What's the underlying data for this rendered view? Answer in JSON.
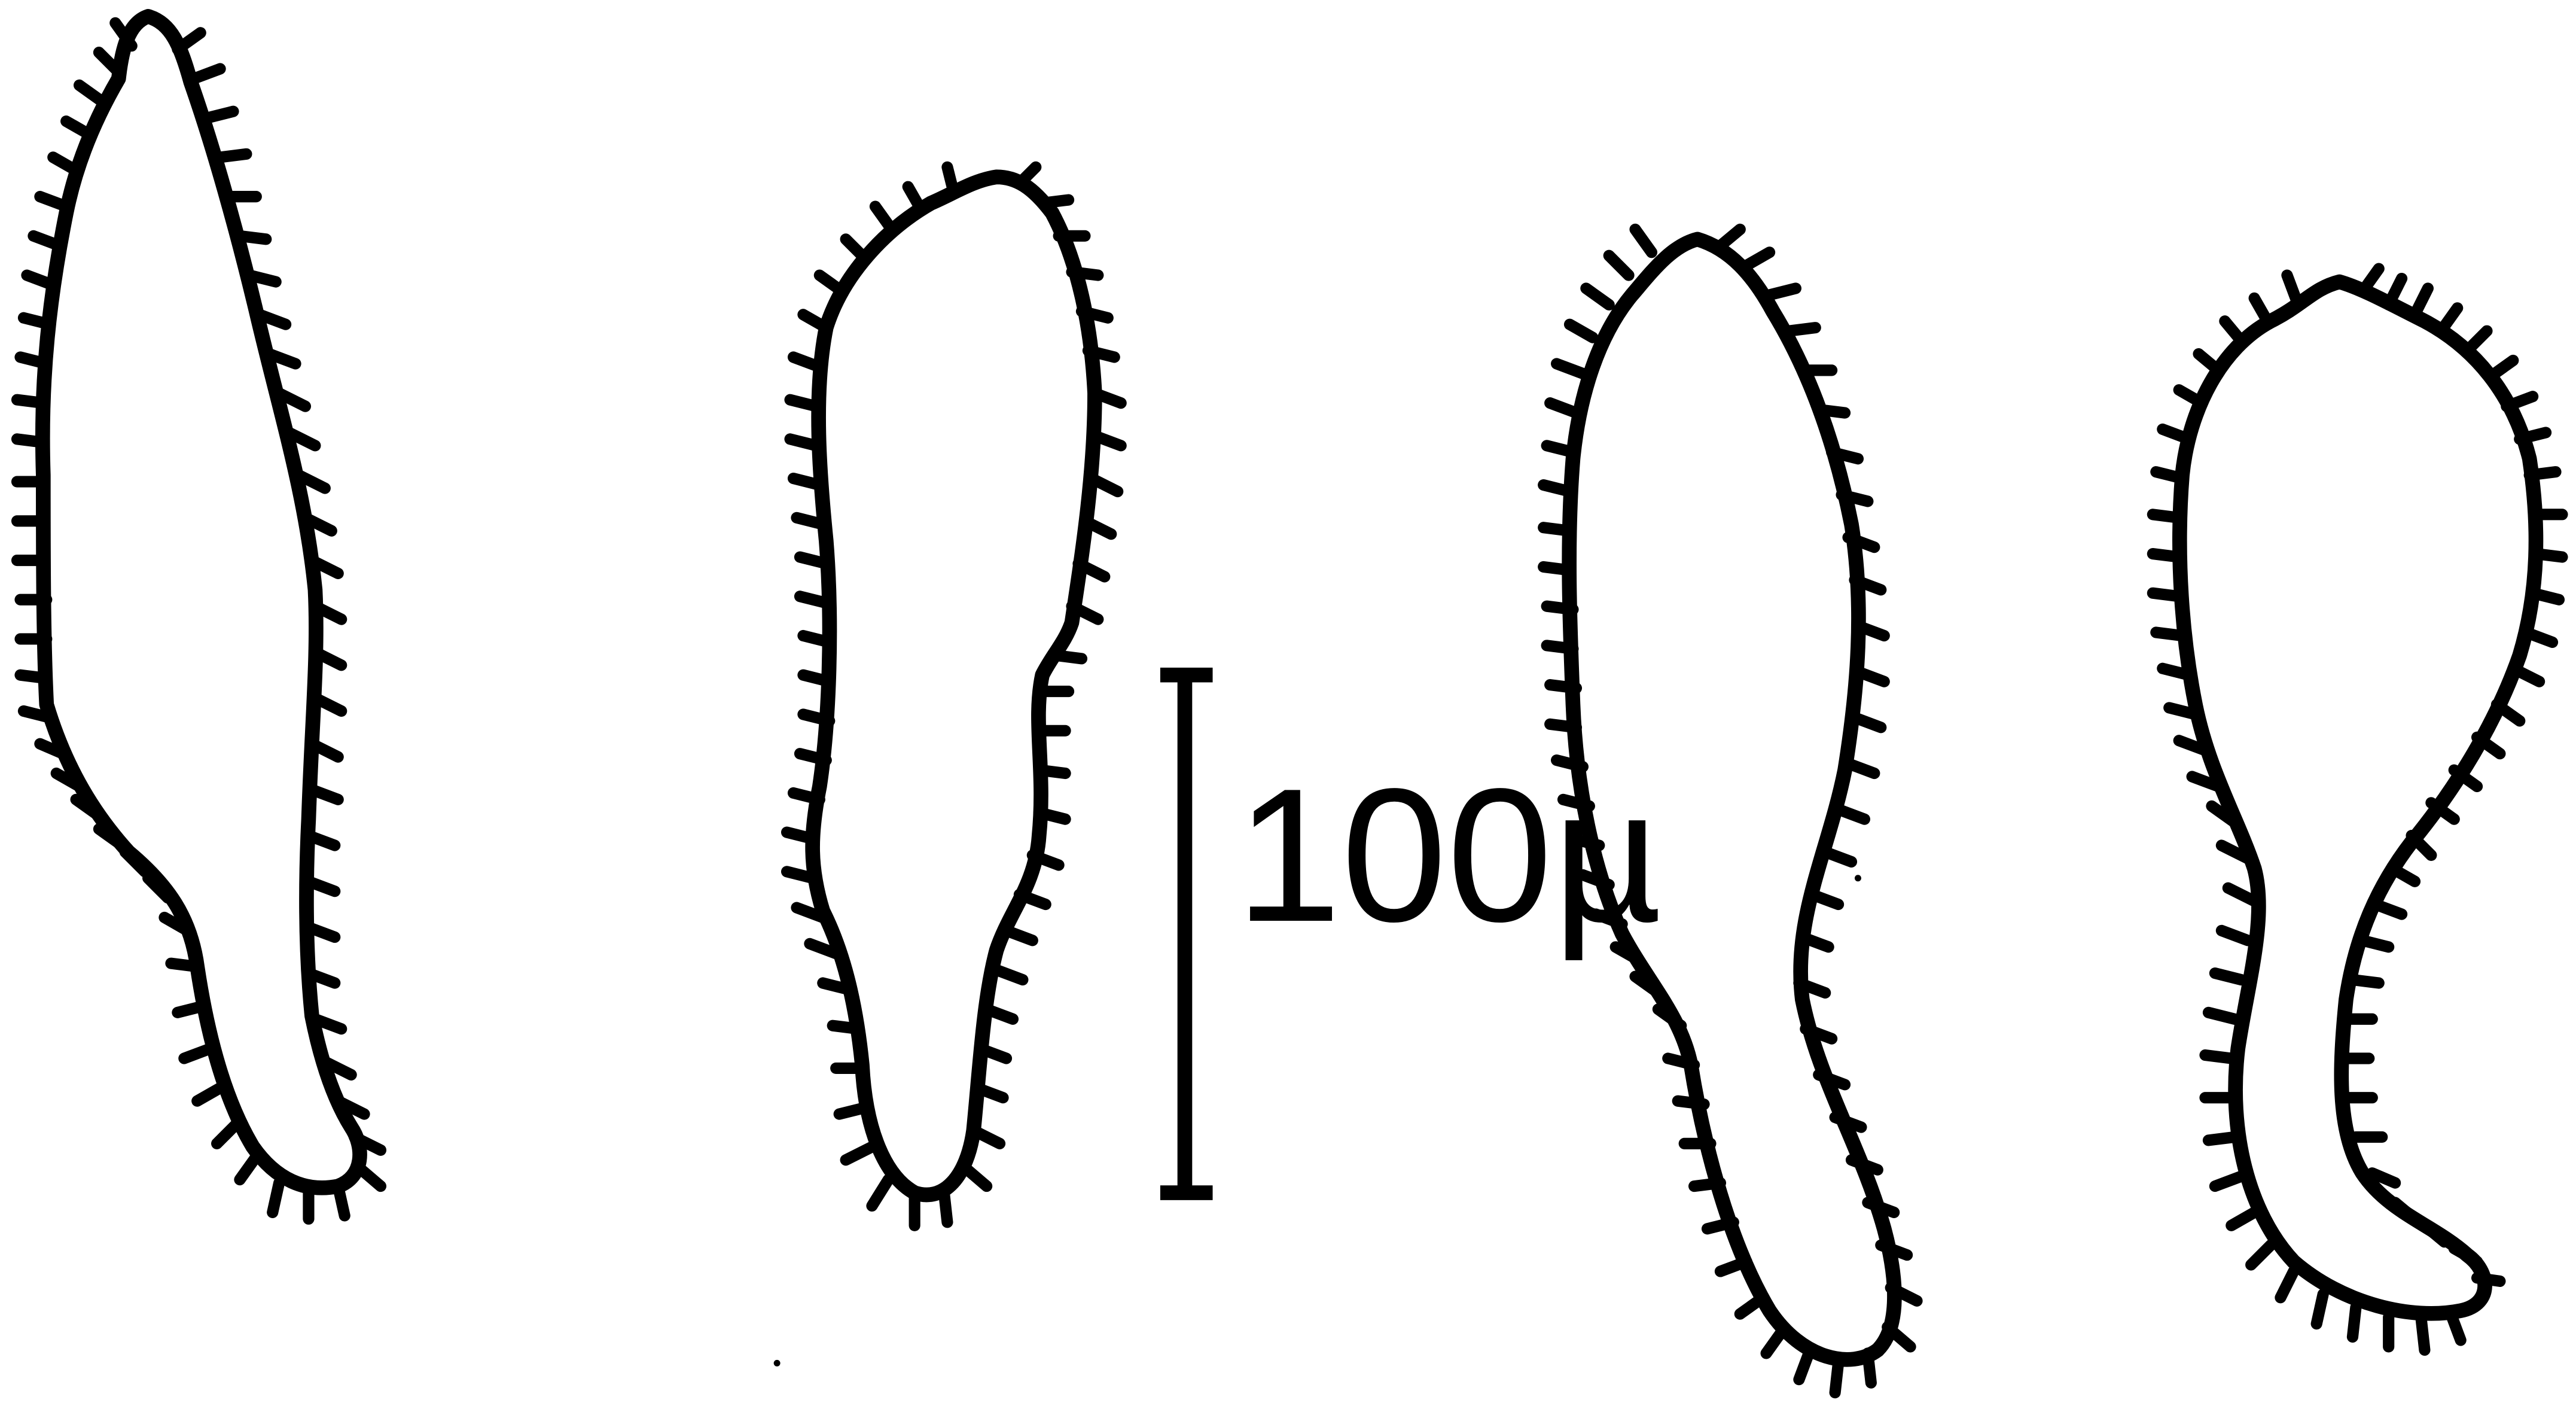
{
  "figure": {
    "line_color": "#000000",
    "background": "#ffffff",
    "cells": [
      {
        "id": "cell-1"
      },
      {
        "id": "cell-2"
      },
      {
        "id": "cell-3"
      },
      {
        "id": "cell-4"
      }
    ],
    "scale_bar": {
      "label": "100µ"
    }
  }
}
